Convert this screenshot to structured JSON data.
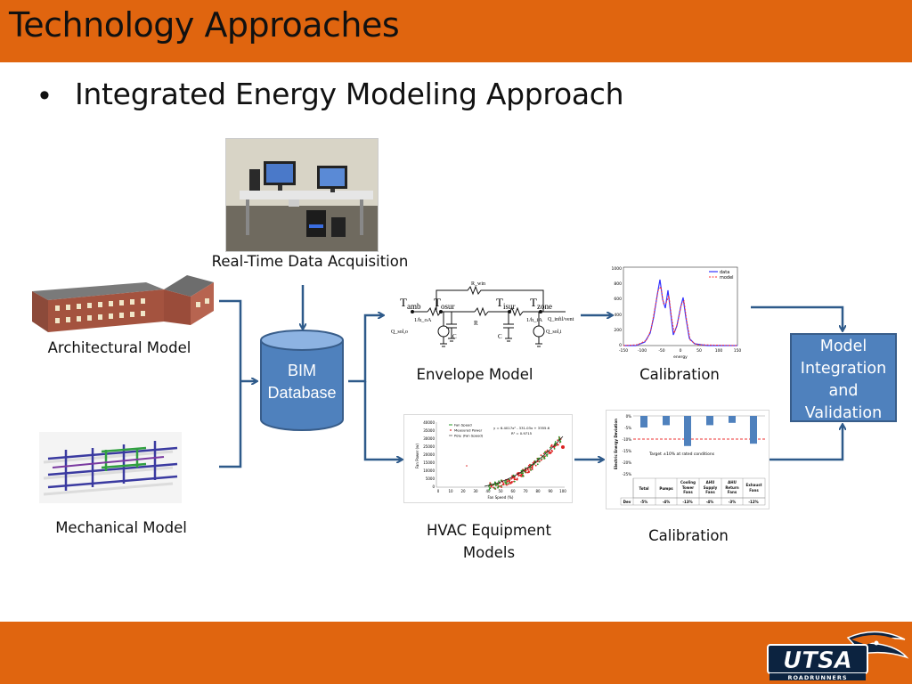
{
  "header": {
    "title": "Technology Approaches"
  },
  "bullet": {
    "marker": "•",
    "text": "Integrated Energy Modeling Approach"
  },
  "labels": {
    "daq": "Real-Time Data Acquisition",
    "arch": "Architectural Model",
    "mech": "Mechanical Model",
    "envelope": "Envelope Model",
    "calib_top": "Calibration",
    "hvac_line1": "HVAC Equipment",
    "hvac_line2": "Models",
    "calib_bottom": "Calibration"
  },
  "bim": {
    "line1": "BIM",
    "line2": "Database"
  },
  "model_box": {
    "line1": "Model",
    "line2": "Integration",
    "line3": "and",
    "line4": "Validation"
  },
  "envelope_circuit": {
    "t_amb": "T",
    "t_amb_sub": "amb",
    "t_osur": "T",
    "t_osur_sub": "osur",
    "t_isur": "T",
    "t_isur_sub": "isur",
    "t_zone": "T",
    "t_zone_sub": "zone",
    "r_win": "R_win",
    "r": "R",
    "c1": "C",
    "c2": "C",
    "h_o": "1/h_oA",
    "h_i": "1/h_iA",
    "q_soli_o": "Q_sol,o",
    "q_soli_i": "Q_sol,i",
    "q_infil": "Q_infil/vent"
  },
  "calib_top_plot": {
    "legend": [
      "data",
      "model"
    ],
    "x_label": "energy",
    "x_ticks": [
      "-150",
      "-100",
      "-50",
      "0",
      "50",
      "100",
      "150"
    ],
    "y_ticks": [
      "1000",
      "800",
      "600",
      "400",
      "200",
      "0"
    ]
  },
  "hvac_plot": {
    "equation": "y = 6.4017x² - 331.03x + 3355.6",
    "r2": "R² = 0.9715",
    "legend": [
      "Fan Speed",
      "Measured Power",
      "Poly. (Fan Speed)"
    ],
    "y_label": "Fan Power (w)",
    "x_label": "Fan Speed (%)",
    "y_ticks": [
      "40000",
      "35000",
      "30000",
      "25000",
      "20000",
      "15000",
      "10000",
      "5000",
      "0"
    ],
    "x_ticks": [
      "0",
      "10",
      "20",
      "30",
      "40",
      "50",
      "60",
      "70",
      "80",
      "90",
      "100"
    ]
  },
  "calib_bottom_plot": {
    "y_label": "Electric Energy Deviation",
    "y_ticks": [
      "0%",
      "-5%",
      "-10%",
      "-15%",
      "-20%",
      "-25%"
    ],
    "target_note": "Target ±10% at rated conditions",
    "columns": [
      "Total",
      "Pumps",
      "Cooling Tower Fans",
      "AHU Supply Fans",
      "AHU Return Fans",
      "Exhaust Fans"
    ],
    "row_label": "Dev",
    "values": [
      "-5%",
      "-4%",
      "-13%",
      "-4%",
      "-3%",
      "-12%"
    ],
    "numeric": [
      -5,
      -4,
      -13,
      -4,
      -3,
      -12
    ]
  },
  "logo": {
    "text": "UTSA",
    "sub": "ROADRUNNERS"
  },
  "colors": {
    "orange": "#e0650f",
    "blue": "#4f81bd",
    "arrow": "#2e5a8a"
  }
}
